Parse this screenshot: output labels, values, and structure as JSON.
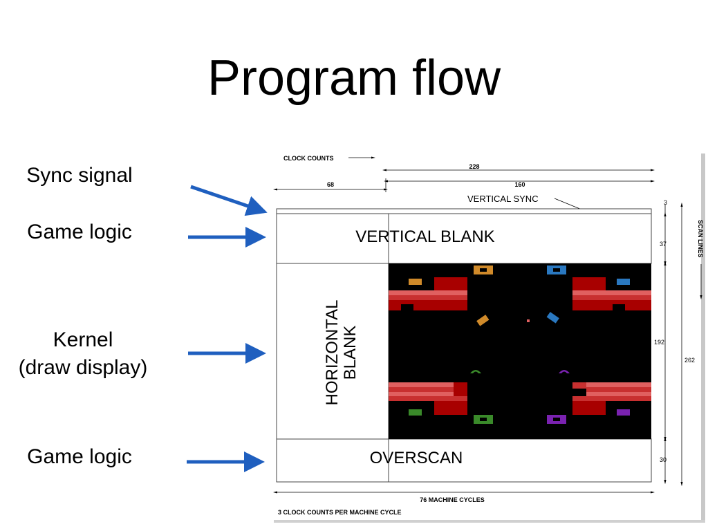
{
  "slide": {
    "title": "Program flow"
  },
  "labels": {
    "sync": "Sync signal",
    "game_logic_top": "Game logic",
    "kernel_line1": "Kernel",
    "kernel_line2": "(draw display)",
    "game_logic_bottom": "Game logic"
  },
  "diagram": {
    "clock_counts": "CLOCK COUNTS",
    "total_width": "228",
    "hblank_width": "68",
    "visible_width": "160",
    "vertical_sync": "VERTICAL SYNC",
    "vertical_blank": "VERTICAL BLANK",
    "horizontal_blank_line1": "HORIZONTAL",
    "horizontal_blank_line2": "BLANK",
    "overscan": "OVERSCAN",
    "sync_lines": "3",
    "vblank_lines": "37",
    "visible_lines": "192",
    "overscan_lines": "30",
    "total_lines": "262",
    "scan_lines": "SCAN LINES",
    "machine_cycles": "76 MACHINE CYCLES",
    "cycle_note": "3 CLOCK COUNTS PER MACHINE CYCLE"
  },
  "colors": {
    "arrow": "#1f5fbf",
    "wall_dark": "#a80000",
    "wall_mid": "#c83030",
    "wall_light": "#e06060",
    "orange": "#d08a2a",
    "blue": "#2a78c0",
    "green": "#3a8a2a",
    "purple": "#7a22b0",
    "screen": "#000000"
  }
}
